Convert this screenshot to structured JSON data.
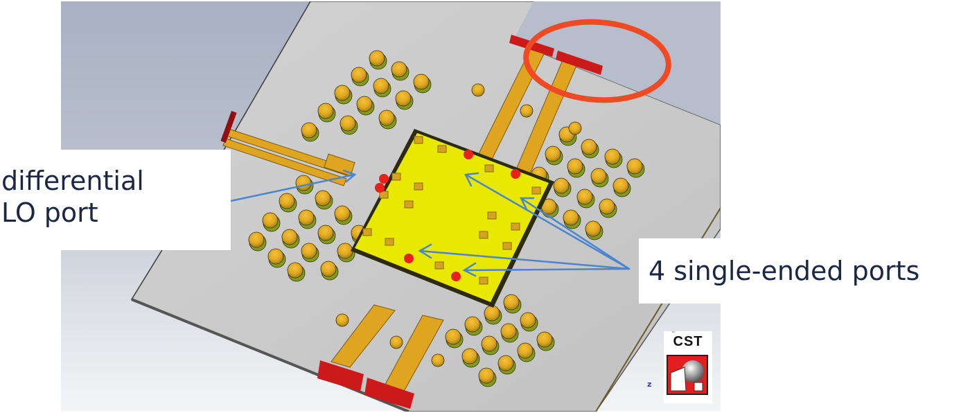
{
  "figure": {
    "type": "CST 3D simulation model of packaged chip on PCB with port annotations",
    "software_logo": "CST",
    "axis_indicator": "z"
  },
  "annotations": {
    "lo_port": {
      "line1": "differential",
      "line2": "LO port"
    },
    "single_ended_ports": {
      "text": "4 single-ended ports"
    },
    "highlight_circle": {
      "description": "red ellipse around waveguide port pair at board edge",
      "color": "#ef4a23"
    }
  },
  "colors": {
    "background_top": "#a9b1c3",
    "background_bottom": "#f4f5f7",
    "substrate": "#c8c8c8",
    "die": "#e8e800",
    "traces": "#e0a520",
    "balls_shadow": "#7f9a1e",
    "port_markers": "#e8221a",
    "waveguide_ports": "#cc1a1a",
    "arrows": "#4a86d0",
    "label_text": "#1b2744",
    "ellipse": "#ef4a23"
  }
}
